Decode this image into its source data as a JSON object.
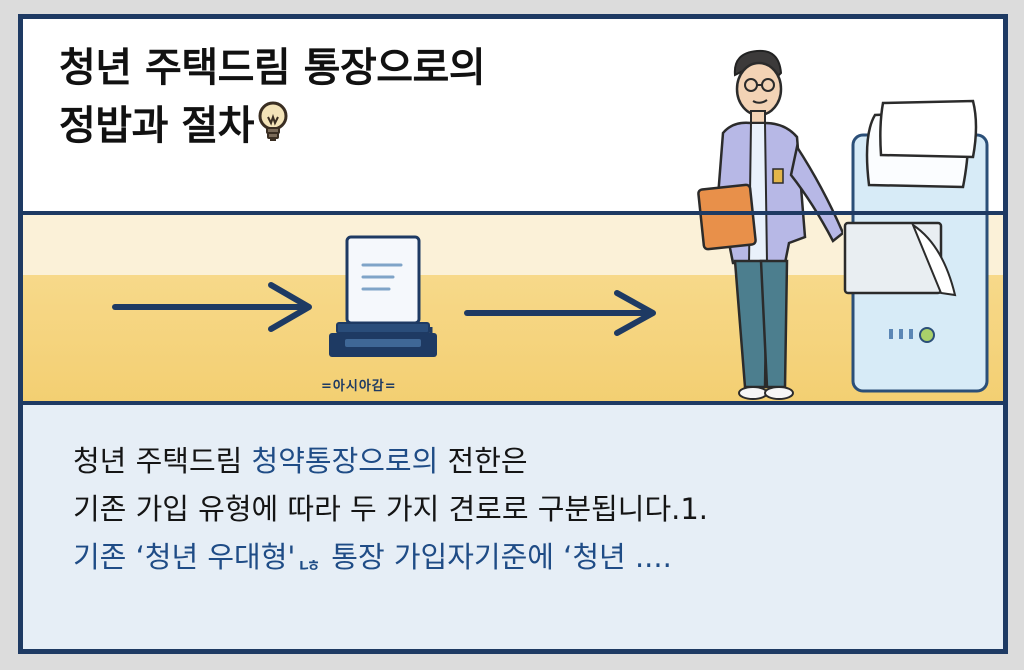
{
  "title": {
    "line1": "청년 주택드림 통장으로의",
    "line2": "정밥과 절차"
  },
  "illustration": {
    "caption": "=아시아감="
  },
  "body": {
    "line1_part1": "청년 주택드림 ",
    "line1_part2": "청약통장으로의",
    "line1_part3": " 전한은",
    "line2": "기존 가입 유형에 따라 두 가지 견로로 구분됩니다.1.",
    "line3": "기존 ‘청년 우대형'ᆭ 통장 가입자기준에 ‘청년 ...."
  },
  "colors": {
    "border": "#1e3a63",
    "accent_text": "#1f4c86",
    "band_top": "#fbf1d8",
    "band_bottom": "#f3cf72",
    "text_bg": "#e6eef6"
  }
}
